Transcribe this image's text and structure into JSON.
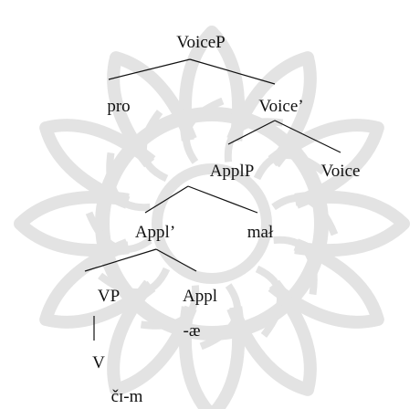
{
  "nodes": {
    "voicep": "VoiceP",
    "pro": "pro",
    "voice_bar": "Voice’",
    "applp": "ApplP",
    "voice": "Voice",
    "appl_bar": "Appl’",
    "mal": "mał",
    "vp": "VP",
    "appl": "Appl",
    "ae": "-æ",
    "v": "V",
    "cim": "čɪ-m"
  },
  "colors": {
    "text": "#111111",
    "line": "#111111",
    "watermark": "#e3e3e3"
  }
}
